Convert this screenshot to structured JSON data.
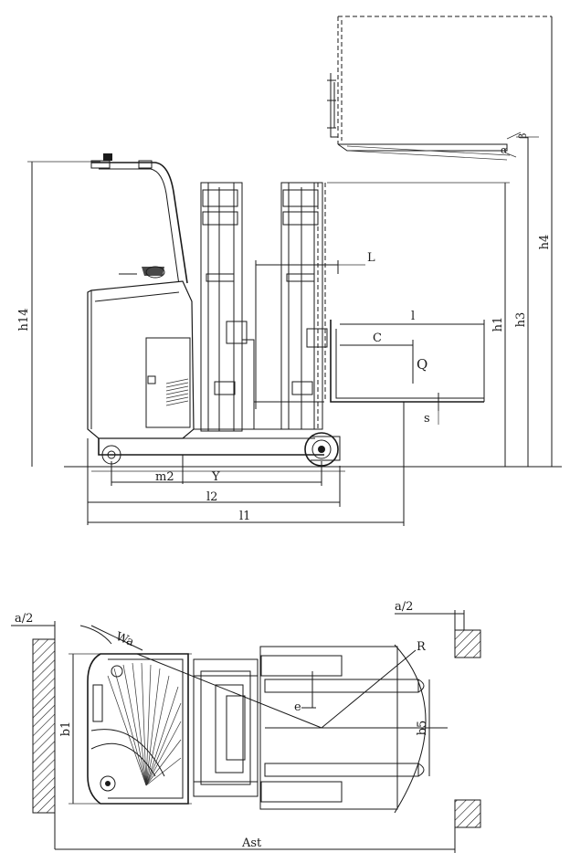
{
  "side_view": {
    "labels": {
      "h14": "h14",
      "h1": "h1",
      "h3": "h3",
      "h4": "h4",
      "L": "L",
      "l": "l",
      "C": "C",
      "Q": "Q",
      "s": "s",
      "alpha": "α",
      "beta": "β",
      "m2": "m2",
      "Y": "Y",
      "l2": "l2",
      "l1": "l1"
    }
  },
  "top_view": {
    "labels": {
      "a2_left": "a/2",
      "a2_right": "a/2",
      "Wa": "Wa",
      "R": "R",
      "e": "e",
      "b1": "b1",
      "b5": "b5",
      "Ast": "Ast"
    }
  }
}
